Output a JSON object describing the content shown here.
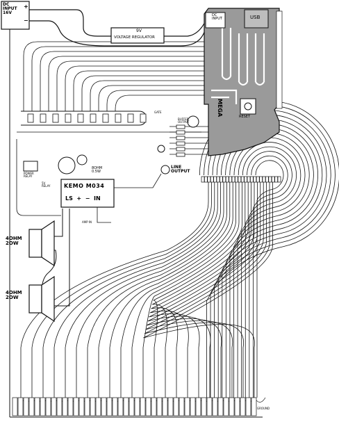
{
  "labels": {
    "dc_input_left": "DC\nINPUT\n16V",
    "plus": "+",
    "minus": "−",
    "regulator_voltage": "9V",
    "regulator_title": "VOLTAGE REGULATOR",
    "dc_input_mega": "DC\nINPUT",
    "usb": "USB",
    "mega": "MEGA",
    "reset": "RESET",
    "amp_chip": "KEMO M034",
    "amp_pins": "LS  +  −  IN",
    "speaker_top": "4OHM\n2OW",
    "speaker_bottom": "4OHM\n2OW",
    "line_output": "LINE\nOUTPUT",
    "power_relay": "POWER\nRELAY",
    "relay_5v": "5V\nRELAY",
    "ohm_8": "8OHM\n0.5W",
    "amp_label_small": "AMP IN",
    "ground": "GROUND",
    "gate": "GATE",
    "buffer": "BUFFER\nOUTPUT"
  },
  "colors": {
    "ink": "#111111",
    "board_fill": "#9a9a9a",
    "background": "#ffffff"
  }
}
